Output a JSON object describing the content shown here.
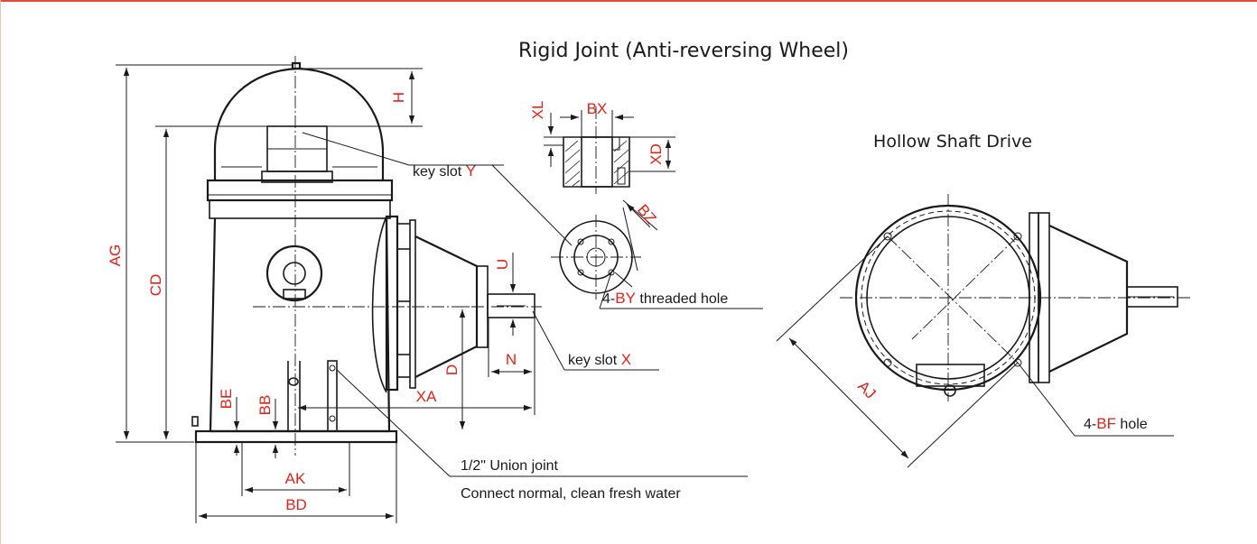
{
  "title": "Rigid Joint (Anti-reversing Wheel)",
  "subtitle": "Hollow Shaft Drive",
  "dimension_labels": {
    "AG": "AG",
    "CD": "CD",
    "H": "H",
    "XL": "XL",
    "BX": "BX",
    "XD": "XD",
    "BZ": "BZ",
    "U": "U",
    "N": "N",
    "D": "D",
    "XA": "XA",
    "BE": "BE",
    "BB": "BB",
    "AK": "AK",
    "BD": "BD",
    "AJ": "AJ"
  },
  "callouts": {
    "key_slot_y_prefix": "key slot ",
    "key_slot_y_code": "Y",
    "key_slot_x_prefix": "key slot ",
    "key_slot_x_code": "X",
    "threaded_prefix": "4-",
    "threaded_code": "BY",
    "threaded_suffix": " threaded hole",
    "hole_prefix": "4-",
    "hole_code": "BF",
    "hole_suffix": " hole",
    "union_joint": "1/2\" Union joint",
    "water_note": "Connect normal, clean fresh water"
  },
  "colors": {
    "accent_red": "#e2231a",
    "line": "#1a1a1a",
    "border": "#e64a3c"
  }
}
